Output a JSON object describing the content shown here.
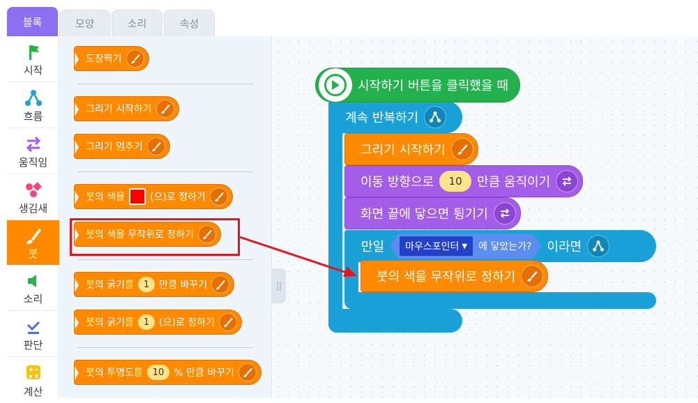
{
  "tabs": [
    "블록",
    "모양",
    "소리",
    "속성"
  ],
  "categories": [
    "시작",
    "흐름",
    "움직임",
    "생김새",
    "붓",
    "소리",
    "판단",
    "계산"
  ],
  "palette": {
    "stamp": "도장찍기",
    "start_draw": "그리기 시작하기",
    "stop_draw": "그리기 멈추기",
    "set_color_pre": "붓의 색을",
    "set_color_post": "(으)로 정하기",
    "random_color": "붓의 색을 무작위로 정하기",
    "change_thick_pre": "붓의 굵기를",
    "change_thick_val": "1",
    "change_thick_post": "만큼 바꾸기",
    "set_thick_pre": "붓의 굵기를",
    "set_thick_val": "1",
    "set_thick_post": "(으)로 정하기",
    "change_alpha_pre": "붓의 투명도를",
    "change_alpha_val": "10",
    "change_alpha_post": "% 만큼 바꾸기"
  },
  "script": {
    "start": "시작하기 버튼을 클릭했을 때",
    "repeat": "계속 반복하기",
    "start_draw": "그리기 시작하기",
    "move_pre": "이동 방향으로",
    "move_val": "10",
    "move_post": "만큼 움직이기",
    "bounce": "화면 끝에 닿으면 튕기기",
    "if_label": "만일",
    "sensor_target": "마우스포인터",
    "sensor_text": "에 닿았는가?",
    "if_post": "이라면",
    "random_color": "붓의 색을 무작위로 정하기"
  },
  "colors": {
    "accent_tab": "#8a6ff0",
    "pen": "#ff8a00",
    "flow": "#1aa1d8",
    "motion": "#a35de8",
    "start": "#22b14c",
    "highlight": "#e8131b"
  }
}
